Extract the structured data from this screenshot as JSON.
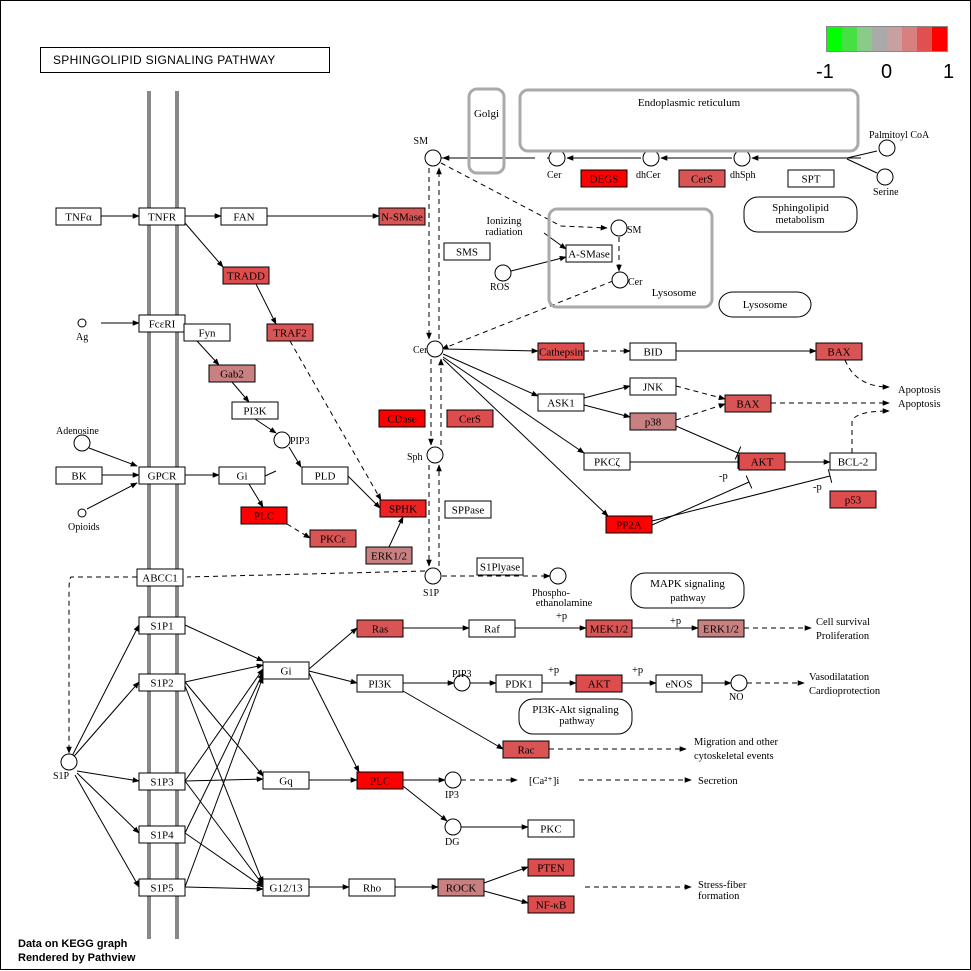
{
  "title": "SPHINGOLIPID SIGNALING PATHWAY",
  "legend": {
    "colors": [
      "#00ff00",
      "#44e044",
      "#88cc88",
      "#aaaaaa",
      "#c8a0a0",
      "#d88080",
      "#e05050",
      "#ff0000"
    ],
    "labels": [
      "-1",
      "0",
      "1"
    ]
  },
  "footer": {
    "line1": "Data on KEGG graph",
    "line2": "Rendered by Pathview"
  },
  "diagram": {
    "nodes": [
      {
        "id": "tnfa",
        "label": "TNFα",
        "fill": "#ffffff"
      },
      {
        "id": "tnfr",
        "label": "TNFR",
        "fill": "#ffffff"
      },
      {
        "id": "fan",
        "label": "FAN",
        "fill": "#ffffff"
      },
      {
        "id": "nsmase",
        "label": "N-SMase",
        "fill": "#d95555"
      },
      {
        "id": "tradd",
        "label": "TRADD",
        "fill": "#dd4d4d"
      },
      {
        "id": "traf2",
        "label": "TRAF2",
        "fill": "#d95555"
      },
      {
        "id": "fceri",
        "label": "FcεRI",
        "fill": "#ffffff"
      },
      {
        "id": "fyn",
        "label": "Fyn",
        "fill": "#ffffff"
      },
      {
        "id": "gab2",
        "label": "Gab2",
        "fill": "#c88080"
      },
      {
        "id": "pi3k1",
        "label": "PI3K",
        "fill": "#ffffff"
      },
      {
        "id": "pld",
        "label": "PLD",
        "fill": "#ffffff"
      },
      {
        "id": "bk",
        "label": "BK",
        "fill": "#ffffff"
      },
      {
        "id": "gpcr",
        "label": "GPCR",
        "fill": "#ffffff"
      },
      {
        "id": "gi1",
        "label": "Gi",
        "fill": "#ffffff"
      },
      {
        "id": "plc1",
        "label": "PLC",
        "fill": "#ff0000"
      },
      {
        "id": "pkce",
        "label": "PKCε",
        "fill": "#d95555"
      },
      {
        "id": "sphk",
        "label": "SPHK",
        "fill": "#ee2222"
      },
      {
        "id": "erk1",
        "label": "ERK1/2",
        "fill": "#c88080"
      },
      {
        "id": "cdase",
        "label": "CDase",
        "fill": "#ff0000"
      },
      {
        "id": "cers2",
        "label": "CerS",
        "fill": "#dd4d4d"
      },
      {
        "id": "sppase",
        "label": "SPPase",
        "fill": "#ffffff"
      },
      {
        "id": "sms",
        "label": "SMS",
        "fill": "#ffffff"
      },
      {
        "id": "asmase",
        "label": "A-SMase",
        "fill": "#ffffff"
      },
      {
        "id": "degs",
        "label": "DEGS",
        "fill": "#ff0000"
      },
      {
        "id": "cers1",
        "label": "CerS",
        "fill": "#d95555"
      },
      {
        "id": "spt",
        "label": "SPT",
        "fill": "#ffffff"
      },
      {
        "id": "cathepsin",
        "label": "Cathepsin",
        "fill": "#dd4d4d"
      },
      {
        "id": "bid",
        "label": "BID",
        "fill": "#ffffff"
      },
      {
        "id": "bax1",
        "label": "BAX",
        "fill": "#d95555"
      },
      {
        "id": "ask1",
        "label": "ASK1",
        "fill": "#ffffff"
      },
      {
        "id": "jnk",
        "label": "JNK",
        "fill": "#ffffff"
      },
      {
        "id": "p38",
        "label": "p38",
        "fill": "#c88080"
      },
      {
        "id": "bax2",
        "label": "BAX",
        "fill": "#d95555"
      },
      {
        "id": "pkcz",
        "label": "PKCζ",
        "fill": "#ffffff"
      },
      {
        "id": "akt1",
        "label": "AKT",
        "fill": "#dd4d4d"
      },
      {
        "id": "bcl2",
        "label": "BCL-2",
        "fill": "#ffffff"
      },
      {
        "id": "p53",
        "label": "p53",
        "fill": "#dd4d4d"
      },
      {
        "id": "pp2a",
        "label": "PP2A",
        "fill": "#ff0000"
      },
      {
        "id": "abcc1",
        "label": "ABCC1",
        "fill": "#ffffff"
      },
      {
        "id": "s1plyase",
        "label": "S1Plyase",
        "fill": "#ffffff"
      },
      {
        "id": "s1p1",
        "label": "S1P1",
        "fill": "#ffffff"
      },
      {
        "id": "s1p2",
        "label": "S1P2",
        "fill": "#ffffff"
      },
      {
        "id": "s1p3",
        "label": "S1P3",
        "fill": "#ffffff"
      },
      {
        "id": "s1p4",
        "label": "S1P4",
        "fill": "#ffffff"
      },
      {
        "id": "s1p5",
        "label": "S1P5",
        "fill": "#ffffff"
      },
      {
        "id": "gi2",
        "label": "Gi",
        "fill": "#ffffff"
      },
      {
        "id": "gq",
        "label": "Gq",
        "fill": "#ffffff"
      },
      {
        "id": "g1213",
        "label": "G12/13",
        "fill": "#ffffff"
      },
      {
        "id": "ras",
        "label": "Ras",
        "fill": "#d95555"
      },
      {
        "id": "raf",
        "label": "Raf",
        "fill": "#ffffff"
      },
      {
        "id": "mek",
        "label": "MEK1/2",
        "fill": "#d95555"
      },
      {
        "id": "erk2",
        "label": "ERK1/2",
        "fill": "#c88080"
      },
      {
        "id": "pi3k2",
        "label": "PI3K",
        "fill": "#ffffff"
      },
      {
        "id": "pdk1",
        "label": "PDK1",
        "fill": "#ffffff"
      },
      {
        "id": "akt2",
        "label": "AKT",
        "fill": "#dd4d4d"
      },
      {
        "id": "enos",
        "label": "eNOS",
        "fill": "#ffffff"
      },
      {
        "id": "rac",
        "label": "Rac",
        "fill": "#d95555"
      },
      {
        "id": "plc2",
        "label": "PLC",
        "fill": "#ff0000"
      },
      {
        "id": "pkc",
        "label": "PKC",
        "fill": "#ffffff"
      },
      {
        "id": "rho",
        "label": "Rho",
        "fill": "#ffffff"
      },
      {
        "id": "rock",
        "label": "ROCK",
        "fill": "#c88080"
      },
      {
        "id": "pten",
        "label": "PTEN",
        "fill": "#dd4d4d"
      },
      {
        "id": "nfkb",
        "label": "NF-κB",
        "fill": "#dd4d4d"
      }
    ],
    "compounds": [
      {
        "id": "sm1",
        "label": "SM"
      },
      {
        "id": "cer_main",
        "label": "Cer"
      },
      {
        "id": "sph",
        "label": "Sph"
      },
      {
        "id": "s1p_main",
        "label": "S1P"
      },
      {
        "id": "cer_er",
        "label": "Cer"
      },
      {
        "id": "dhcer",
        "label": "dhCer"
      },
      {
        "id": "dhsph",
        "label": "dhSph"
      },
      {
        "id": "palm",
        "label": "Palmitoyl CoA"
      },
      {
        "id": "serine",
        "label": "Serine"
      },
      {
        "id": "sm_lys",
        "label": "SM"
      },
      {
        "id": "cer_lys",
        "label": "Cer"
      },
      {
        "id": "ros",
        "label": "ROS"
      },
      {
        "id": "ag",
        "label": "Ag"
      },
      {
        "id": "adenosine",
        "label": "Adenosine"
      },
      {
        "id": "opioids",
        "label": "Opioids"
      },
      {
        "id": "pip3a",
        "label": "PIP3"
      },
      {
        "id": "phosphoeth",
        "label": "Phospho-"
      },
      {
        "id": "s1p_left",
        "label": "S1P"
      },
      {
        "id": "pip3b",
        "label": "PIP3"
      },
      {
        "id": "no",
        "label": "NO"
      },
      {
        "id": "ip3",
        "label": "IP3"
      },
      {
        "id": "dg",
        "label": "DG"
      }
    ],
    "rounded": [
      {
        "id": "golgi",
        "label": "Golgi"
      },
      {
        "id": "er",
        "label": "Endoplasmic reticulum"
      },
      {
        "id": "lys_box",
        "label": "Lysosome"
      },
      {
        "id": "sphmeta",
        "label": "Sphingolipid"
      },
      {
        "id": "lysosome2",
        "label": "Lysosome"
      },
      {
        "id": "mapk",
        "label": "MAPK signaling"
      },
      {
        "id": "pi3kakt",
        "label": "PI3K-Akt signaling"
      }
    ],
    "texts": {
      "ionizing1": "Ionizing",
      "ionizing2": "radiation",
      "sphmeta2": "metabolism",
      "mapk2": "pathway",
      "pi3kakt2": "pathway",
      "phosphoeth2": "ethanolamine",
      "apoptosis1": "Apoptosis",
      "apoptosis2": "Apoptosis",
      "cellsurv1": "Cell survival",
      "cellsurv2": "Proliferation",
      "vaso1": "Vasodilatation",
      "vaso2": "Cardioprotection",
      "migr1": "Migration and other",
      "migr2": "cytoskeletal events",
      "ca": "[Ca²⁺]i",
      "secretion": "Secretion",
      "stress1": "Stress-fiber",
      "stress2": "formation",
      "p1": "+p",
      "p2": "+p",
      "p3": "+p",
      "p4": "+p",
      "m1": "-p",
      "m2": "-p"
    }
  }
}
